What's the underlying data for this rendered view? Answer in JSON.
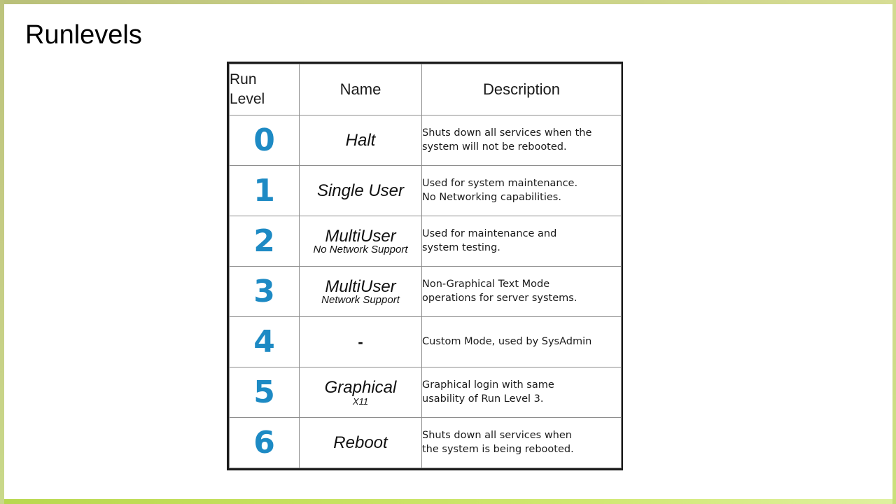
{
  "slide": {
    "title": "Runlevels",
    "frame_color_top": "#c6cc86",
    "frame_color_bottom": "#b4d846",
    "background": "#ffffff"
  },
  "table": {
    "accent_color": "#1d8ac4",
    "header_background": "#dceef7",
    "border_color": "#1a1a1a",
    "headers": {
      "level": "Run Level",
      "level_line1": "Run",
      "level_line2": "Level",
      "name": "Name",
      "description": "Description"
    },
    "rows": [
      {
        "level": "0",
        "name": "Halt",
        "name_sub": "",
        "desc_line1": "Shuts down all services when the",
        "desc_line2": "system will not be rebooted."
      },
      {
        "level": "1",
        "name": "Single User",
        "name_sub": "",
        "desc_line1": "Used for system maintenance.",
        "desc_line2": "No Networking capabilities."
      },
      {
        "level": "2",
        "name": "MultiUser",
        "name_sub": "No Network Support",
        "desc_line1": "Used for maintenance and",
        "desc_line2": "system testing."
      },
      {
        "level": "3",
        "name": "MultiUser",
        "name_sub": "Network Support",
        "desc_line1": "Non-Graphical Text Mode",
        "desc_line2": "operations for server systems."
      },
      {
        "level": "4",
        "name": "-",
        "name_sub": "",
        "desc_line1": "Custom Mode, used by SysAdmin",
        "desc_line2": ""
      },
      {
        "level": "5",
        "name": "Graphical",
        "name_sub": "X11",
        "desc_line1": "Graphical login with same",
        "desc_line2": "usability of Run Level 3."
      },
      {
        "level": "6",
        "name": "Reboot",
        "name_sub": "",
        "desc_line1": "Shuts down all services when",
        "desc_line2": "the system is being rebooted."
      }
    ]
  }
}
